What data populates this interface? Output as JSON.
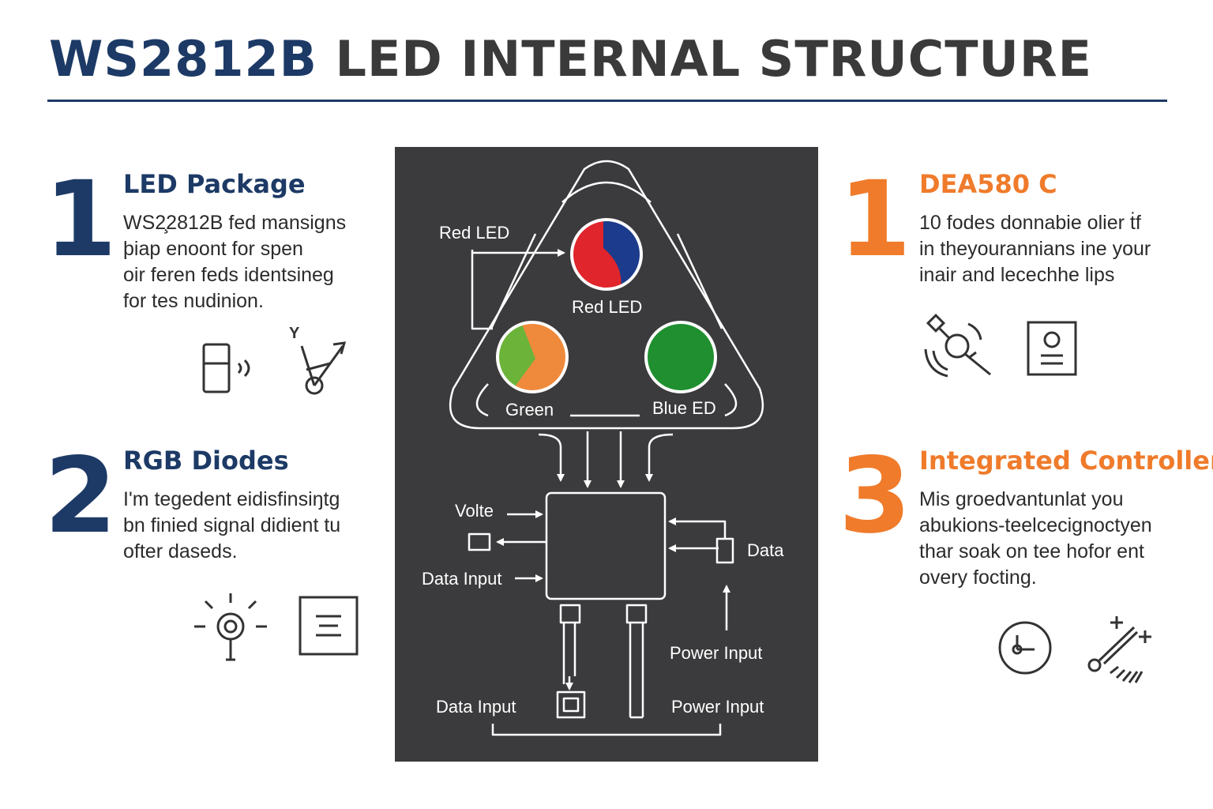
{
  "title": {
    "part1": "WS2812B",
    "part2": " LED INTERNAL STRUCTURE"
  },
  "sections": {
    "led_package": {
      "number": "1",
      "heading": "LED Package",
      "lines": [
        "WS2̧2812B fed mansigns",
        "þiap enoont for spen",
        "oir feren feds identsineg",
        "for tes nudinion."
      ]
    },
    "rgb_diodes": {
      "number": "2",
      "heading": "RGB Diodes",
      "lines": [
        "I'm tegedent eidisfinsiŋtg",
        "bn finied signal didient tu",
        "ofter daseds."
      ]
    },
    "dea580": {
      "number": "1",
      "heading": "DEA580 C",
      "lines": [
        "10 fodes donnabie olier ṫf",
        "in theyourannians ine your",
        "inair and lecechhe lips"
      ]
    },
    "integrated_controller": {
      "number": "3",
      "heading": "Integrated Controller",
      "lines": [
        "Mis groedvantunlat you",
        "abukions-teelcecignoctyen",
        "thar soak on tee hofor ent",
        "overy focting."
      ]
    }
  },
  "diagram": {
    "red_led_outer": "Red LED",
    "red_led_inner": "Red LED",
    "green": "Green",
    "blue": "Blue ED",
    "volte": "Volte",
    "data_input_left": "Data Input",
    "data_right": "Data",
    "power_input_right": "Power Input",
    "data_input_bottom": "Data Input",
    "power_input_bottom": "Power Input",
    "colors": {
      "red": "#e0252c",
      "blue": "#1c3b8c",
      "green": "#1f8f2f",
      "orange": "#ef8a3c",
      "lime": "#6cb33a"
    }
  },
  "icons": [
    "device-icon",
    "antenna-icon",
    "bulb-icon",
    "document-icon",
    "magnifier-icon",
    "id-card-icon",
    "clock-icon",
    "tool-icon"
  ]
}
